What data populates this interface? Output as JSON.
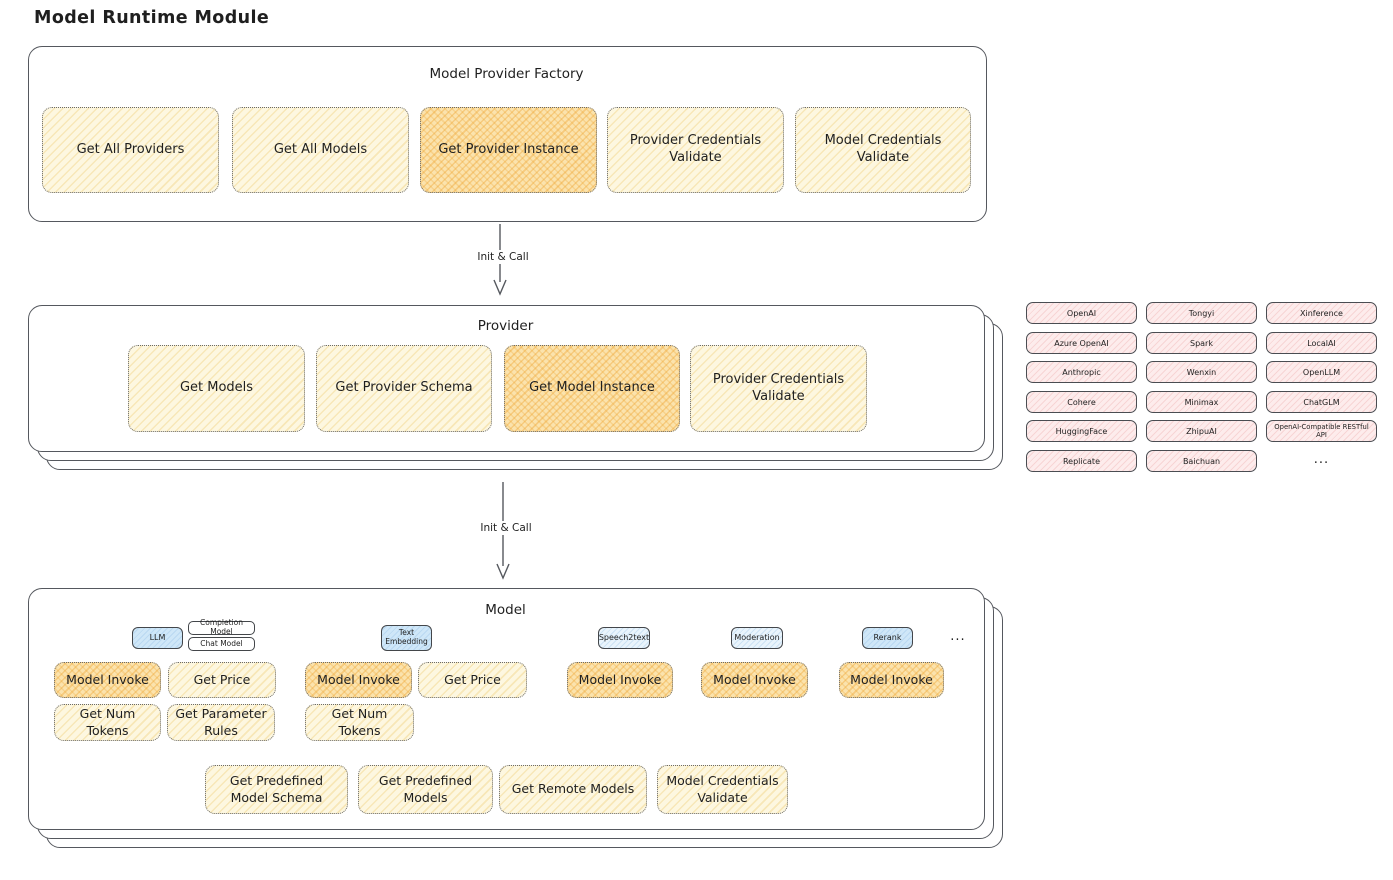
{
  "title": "Model Runtime Module",
  "colors": {
    "yellow_light": "#fdf7e0",
    "yellow_highlight": "#fbe3ad",
    "pink": "#fdecec",
    "blue": "#cfe7f8",
    "blue_light": "#e9f4fc",
    "border_dark": "#55585e",
    "text": "#1f1f1f"
  },
  "arrows": [
    {
      "label": "Init & Call"
    },
    {
      "label": "Init & Call"
    }
  ],
  "factory": {
    "title": "Model Provider Factory",
    "items": [
      {
        "label": "Get All Providers",
        "highlight": false
      },
      {
        "label": "Get All Models",
        "highlight": false
      },
      {
        "label": "Get Provider Instance",
        "highlight": true
      },
      {
        "label": "Provider Credentials Validate",
        "highlight": false
      },
      {
        "label": "Model Credentials Validate",
        "highlight": false
      }
    ]
  },
  "provider": {
    "title": "Provider",
    "items": [
      {
        "label": "Get Models",
        "highlight": false
      },
      {
        "label": "Get Provider Schema",
        "highlight": false
      },
      {
        "label": "Get Model Instance",
        "highlight": true
      },
      {
        "label": "Provider Credentials Validate",
        "highlight": false
      }
    ]
  },
  "provider_list": {
    "items": [
      "OpenAI",
      "Tongyi",
      "Xinference",
      "Azure OpenAI",
      "Spark",
      "LocalAI",
      "Anthropic",
      "Wenxin",
      "OpenLLM",
      "Cohere",
      "Minimax",
      "ChatGLM",
      "HuggingFace",
      "ZhipuAI",
      "OpenAI-Compatible RESTful API",
      "Replicate",
      "Baichuan"
    ],
    "more": "..."
  },
  "model": {
    "title": "Model",
    "types": {
      "llm": "LLM",
      "completion_model": "Completion Model",
      "chat_model": "Chat Model",
      "text_embedding": "Text Embedding",
      "speech2text": "Speech2text",
      "moderation": "Moderation",
      "rerank": "Rerank",
      "more": "..."
    },
    "ops": {
      "model_invoke": "Model Invoke",
      "get_price": "Get Price",
      "get_num_tokens": "Get Num Tokens",
      "get_parameter_rules": "Get Parameter Rules"
    },
    "shared_ops": [
      "Get Predefined Model Schema",
      "Get Predefined Models",
      "Get Remote Models",
      "Model Credentials Validate"
    ]
  }
}
